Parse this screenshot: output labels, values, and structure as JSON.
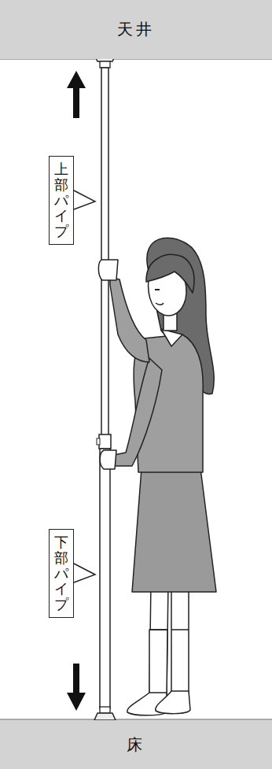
{
  "diagram": {
    "nodes": [
      {
        "text": [
          "天井"
        ]
      },
      {
        "text": [
          "上部パイプ"
        ]
      },
      {
        "text": [
          "下部パイプ"
        ]
      },
      {
        "text": [
          "床"
        ]
      }
    ]
  }
}
